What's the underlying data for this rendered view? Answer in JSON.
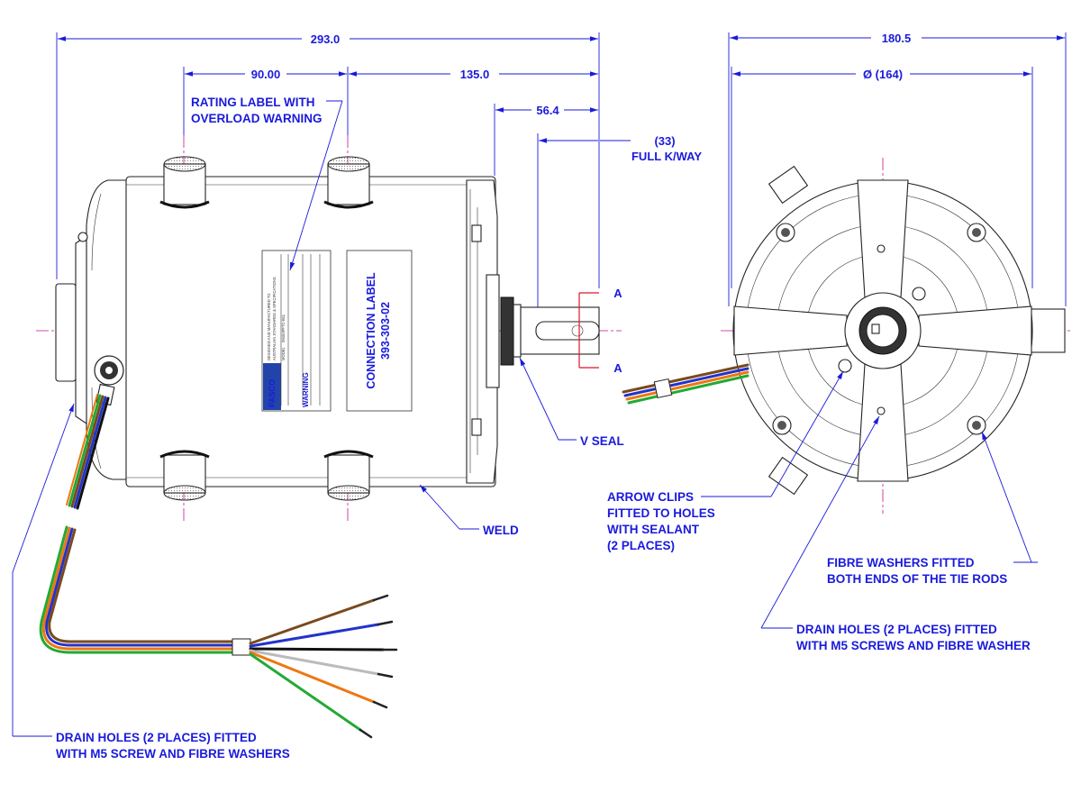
{
  "dimensions": {
    "overall_length": "293.0",
    "mount_spacing": "90.00",
    "mount_to_shaft_end": "135.0",
    "shaft_length": "56.4",
    "keyway_length": "(33)",
    "keyway_note": "FULL K/WAY",
    "overall_height": "180.5",
    "body_diameter": "Ø (164)"
  },
  "section_marks": [
    "A",
    "A"
  ],
  "callouts": {
    "rating_label_1": "RATING LABEL WITH",
    "rating_label_2": "OVERLOAD WARNING",
    "v_seal": "V SEAL",
    "weld": "WELD",
    "arrow_clips_1": "ARROW CLIPS",
    "arrow_clips_2": "FITTED TO HOLES",
    "arrow_clips_3": "WITH SEALANT",
    "arrow_clips_4": "(2 PLACES)",
    "fibre_washers_1": "FIBRE WASHERS FITTED",
    "fibre_washers_2": "BOTH ENDS OF THE TIE RODS",
    "drain_right_1": "DRAIN HOLES (2 PLACES) FITTED",
    "drain_right_2": "WITH M5 SCREWS AND FIBRE WASHER",
    "drain_left_1": "DRAIN HOLES (2 PLACES) FITTED",
    "drain_left_2": "WITH M5 SCREW AND FIBRE WASHERS"
  },
  "connection_label": {
    "title": "CONNECTION LABEL",
    "part_no": "393-303-02"
  },
  "rating_plate": {
    "brand": "FASCO",
    "warning": "WARNING",
    "header_line_1": "DESIGNED AND MANUFACTURED TO",
    "header_line_2": "AUSTRALIAN STANDARDS & SPECIFICATIONS",
    "model_label": "MODEL",
    "model_value": "09454PFTC-B11"
  },
  "colors": {
    "annotation": "#1a1adc",
    "centerline": "#c0148c",
    "section_line": "#e0142a",
    "lead_colors": [
      "#7a4a1c",
      "#2233cc",
      "#111111",
      "#bbbbbb",
      "#ee7711",
      "#22aa33"
    ]
  }
}
